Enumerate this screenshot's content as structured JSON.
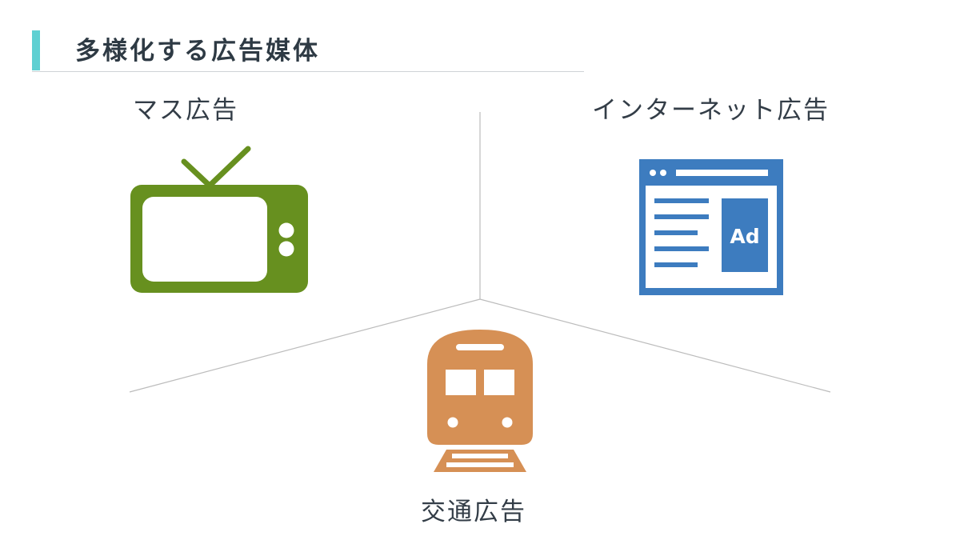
{
  "slide": {
    "title": "多様化する広告媒体",
    "accent_color": "#5fd0d2"
  },
  "media": [
    {
      "label": "マス広告",
      "icon": "tv-icon",
      "color": "#67901f"
    },
    {
      "label": "インターネット広告",
      "icon": "web-ad-icon",
      "color": "#3d7cbf",
      "ad_text": "Ad"
    },
    {
      "label": "交通広告",
      "icon": "train-icon",
      "color": "#d69055"
    }
  ]
}
